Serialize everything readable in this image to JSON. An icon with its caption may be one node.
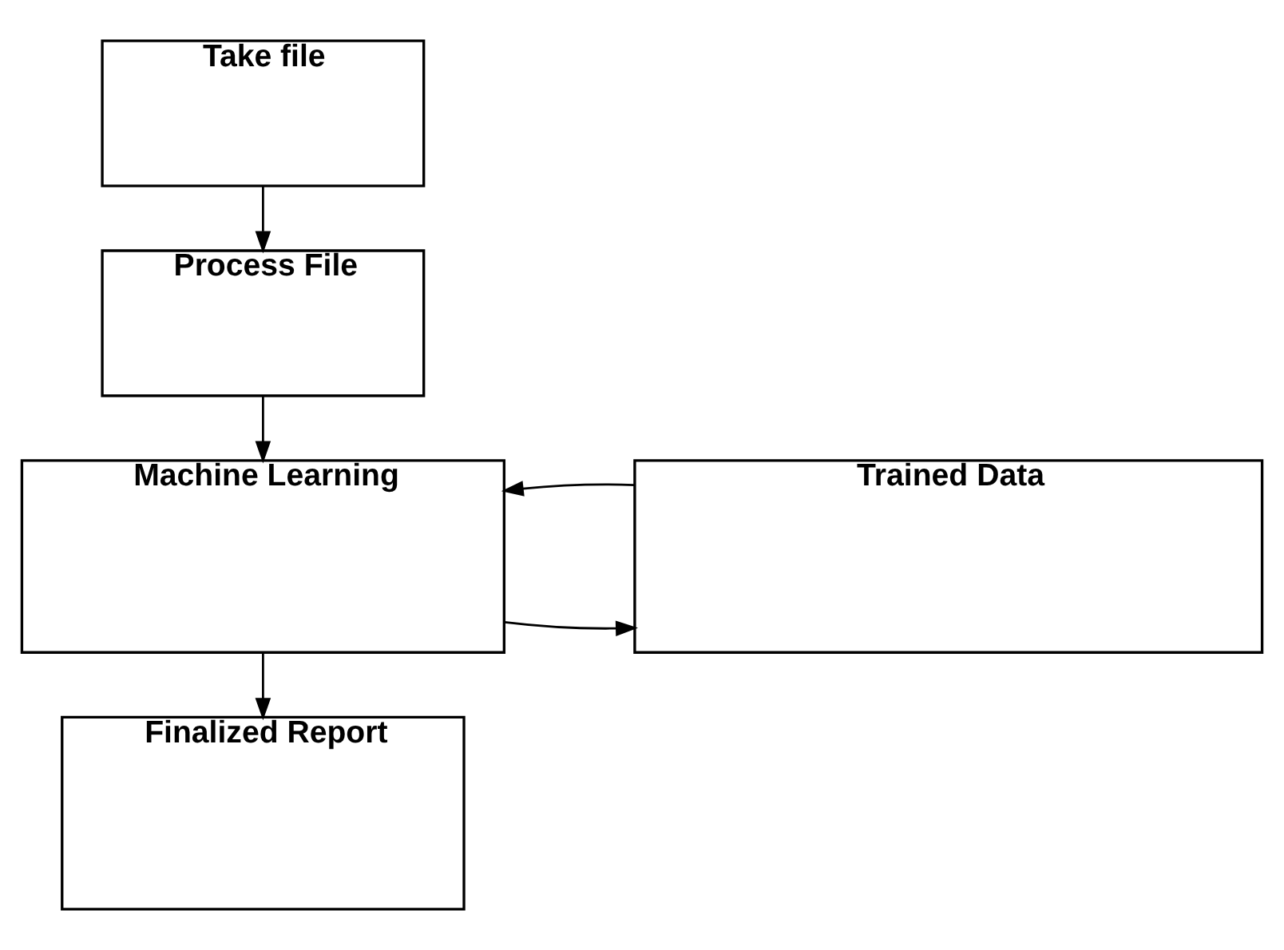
{
  "diagram": {
    "nodes": [
      {
        "text": [
          "Take file"
        ]
      },
      {
        "text": [
          "Process File"
        ]
      },
      {
        "text": [
          "Machine Learning"
        ]
      },
      {
        "text": [
          "Trained Data"
        ]
      },
      {
        "text": [
          "Finalized Report"
        ]
      }
    ],
    "edges": [
      {
        "from": 0,
        "to": 1,
        "arrow": "to"
      },
      {
        "from": 1,
        "to": 2,
        "arrow": "to"
      },
      {
        "from": 2,
        "to": 3,
        "arrow": "to"
      },
      {
        "from": 3,
        "to": 2,
        "arrow": "to"
      },
      {
        "from": 2,
        "to": 4,
        "arrow": "to"
      }
    ]
  }
}
